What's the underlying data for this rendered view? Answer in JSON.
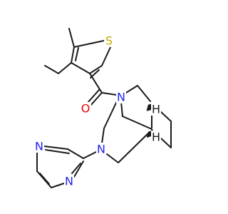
{
  "molecule": {
    "atom_labels": {
      "sulfur": "S",
      "oxygen": "O",
      "n_bridge": "N",
      "n_ring": "N",
      "n_pyrazine_top": "N",
      "n_pyrazine_bottom": "N",
      "h_top": "H",
      "h_bottom": "H"
    },
    "colors": {
      "carbon": "#1a1a1a",
      "nitrogen": "#2222ee",
      "oxygen": "#ee0000",
      "sulfur": "#c8a800",
      "stereo_h": "#1a1a1a",
      "background": "#ffffff"
    }
  }
}
